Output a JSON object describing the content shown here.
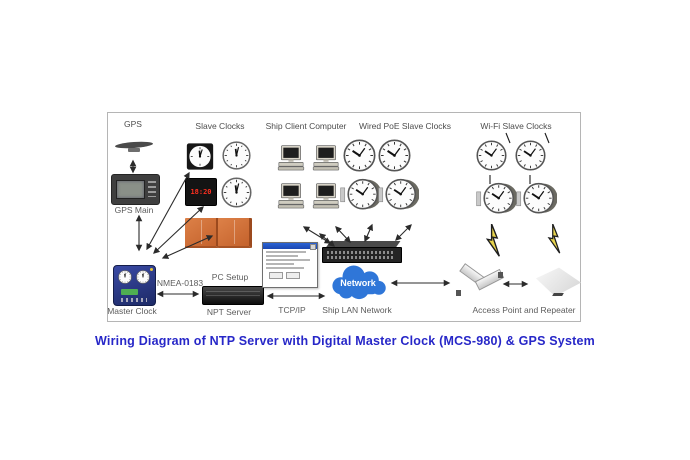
{
  "caption": "Wiring Diagram of NTP Server with Digital Master Clock (MCS-980) & GPS System",
  "groups": {
    "gps": {
      "title": "GPS",
      "main_label": "GPS Main",
      "master_clock_label": "Master Clock"
    },
    "slave_clocks": {
      "title": "Slave Clocks",
      "digital_clock_time": "18:20"
    },
    "ship_client_computer": {
      "title": "Ship Client Computer"
    },
    "wired_poe_clocks": {
      "title": "Wired PoE Slave Clocks"
    },
    "wifi_clocks": {
      "title": "Wi-Fi Slave Clocks"
    }
  },
  "connections": {
    "nmea_label": "NMEA-0183",
    "tcpip_label": "TCP/IP"
  },
  "server": {
    "pc_setup_label": "PC Setup",
    "ntp_server_label": "NPT Server"
  },
  "network": {
    "cloud_label": "Network",
    "lan_label": "Ship LAN Network",
    "ap_label": "Access Point and Repeater"
  },
  "colors": {
    "caption_blue": "#2727c8",
    "cloud_blue": "#2f76d8",
    "orange_panel": "#d0703a",
    "digital_red": "#ff3020",
    "master_clock_blue": "#2d3e8f",
    "box_border": "#b5b5b5"
  }
}
